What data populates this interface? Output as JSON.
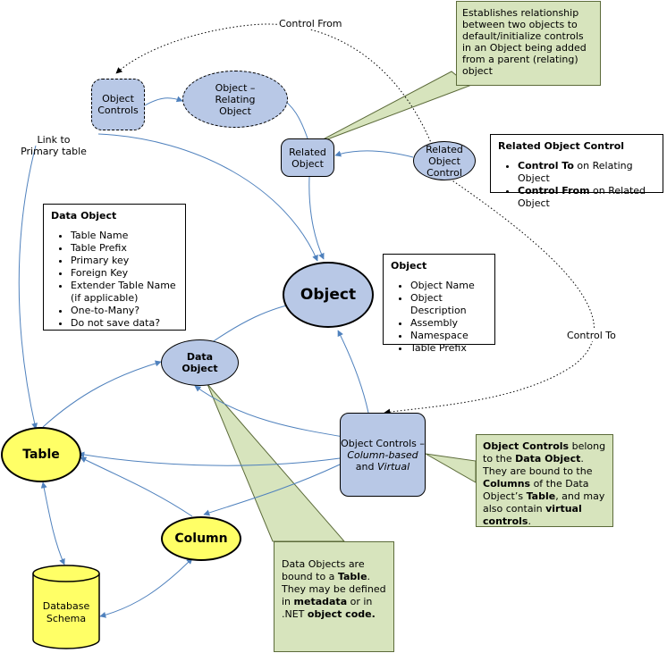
{
  "nodes": {
    "object_controls": "Object Controls",
    "relating_object": "Object – Relating Object",
    "related_object": "Related Object",
    "related_object_control": "Related Object Control",
    "object": "Object",
    "data_object": "Data Object",
    "object_controls_cv": {
      "line1": "Object Controls –",
      "line2": "Column-based",
      "line3": "and",
      "line4": "Virtual"
    },
    "table": "Table",
    "column": "Column",
    "database_schema": "Database Schema"
  },
  "labels": {
    "control_from": "Control From",
    "link_to_primary": "Link to Primary table",
    "control_to": "Control To"
  },
  "notes": {
    "relationship": "Establishes relationship between two objects to default/initialize controls in an Object being added from a parent (relating) object",
    "object_controls_note": {
      "p1": "Object Controls",
      "p2": " belong to the ",
      "p3": "Data Object",
      "p4": ".  They are bound to the ",
      "p5": "Columns",
      "p6": " of the Data Object’s ",
      "p7": "Table",
      "p8": ", and may also contain ",
      "p9": "virtual controls",
      "p10": "."
    },
    "data_objects_note": {
      "p1": "Data Objects are bound to a ",
      "p2": "Table",
      "p3": ".  They may be defined in ",
      "p4": "metadata",
      "p5": " or in .NET ",
      "p6": "object code."
    }
  },
  "boxes": {
    "related_object_control": {
      "title": "Related Object Control",
      "items": [
        {
          "bold": "Control To",
          "rest": " on Relating Object"
        },
        {
          "bold": "Control From",
          "rest": " on Related Object"
        }
      ]
    },
    "data_object": {
      "title": "Data Object",
      "items": [
        "Table Name",
        "Table Prefix",
        "Primary key",
        "Foreign Key",
        "Extender Table Name (if applicable)",
        "One-to-Many?",
        "Do not save data?"
      ]
    },
    "object": {
      "title": "Object",
      "items": [
        "Object Name",
        "Object Description",
        "Assembly",
        "Namespace",
        "Table Prefix"
      ]
    }
  },
  "colors": {
    "node_blue": "#b8c8e6",
    "node_yellow": "#ffff66",
    "note_green": "#d7e4bd",
    "arrow": "#4f81bd"
  }
}
